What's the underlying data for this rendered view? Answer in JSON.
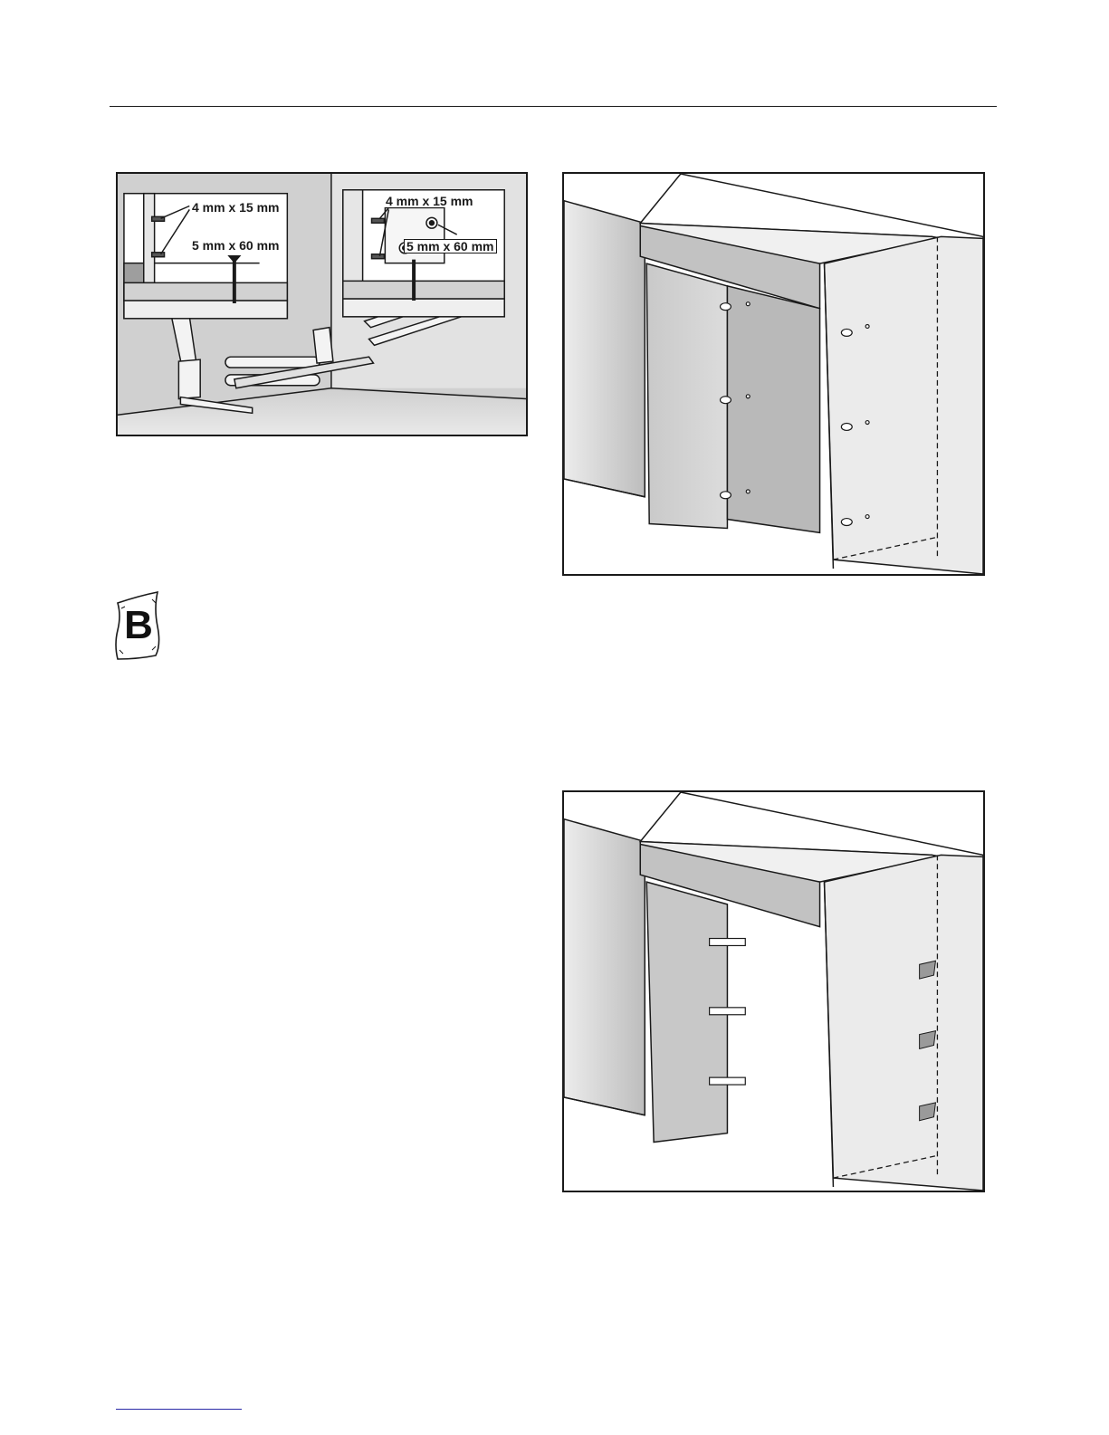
{
  "figure_top_left": {
    "inset_left": {
      "label_screw_small": "4 mm x 15 mm",
      "label_screw_large": "5 mm x 60 mm"
    },
    "inset_right": {
      "label_screw_small": "4 mm x 15 mm",
      "label_screw_large": "5 mm x 60 mm"
    }
  },
  "accessory_bag": {
    "letter": "B",
    "icon": "accessory-bag-icon"
  },
  "figure_top_right": {
    "description_icon": "door-panel-screws-icon"
  },
  "figure_bottom_right": {
    "description_icon": "door-panel-brackets-icon"
  },
  "colors": {
    "line": "#1a1a1a",
    "panel_dark": "#b5b5b5",
    "panel_mid": "#d6d6d6",
    "panel_light": "#ececec"
  }
}
